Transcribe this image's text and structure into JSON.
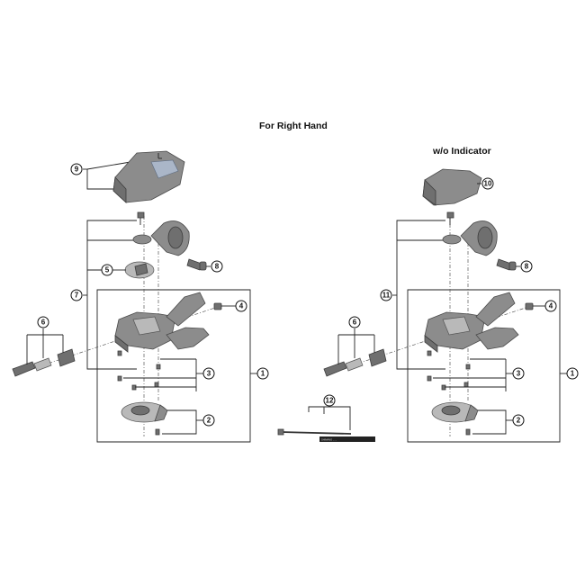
{
  "title": "For Right Hand",
  "subtitle": "w/o Indicator",
  "callouts": {
    "c1": "1",
    "c2": "2",
    "c3": "3",
    "c4": "4",
    "c5": "5",
    "c6": "6",
    "c7": "7",
    "c8": "8",
    "c9": "9",
    "c10": "10",
    "c11": "11",
    "c12": "12"
  },
  "label_plate": "SHIMANO ......"
}
